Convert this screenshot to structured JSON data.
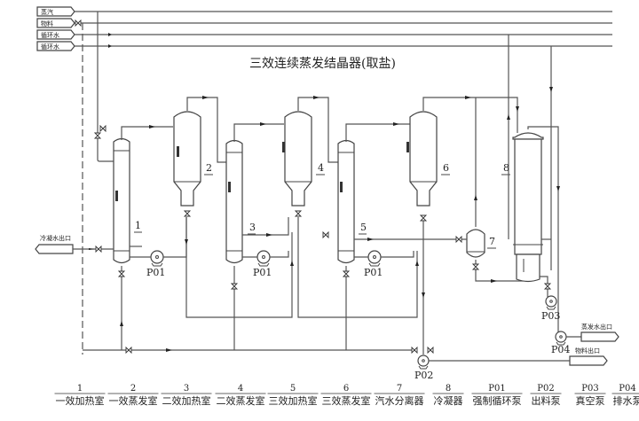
{
  "title": "三效连续蒸发结晶器(取盐)",
  "inlet_lines": [
    {
      "label": "蒸汽"
    },
    {
      "label": "物料"
    },
    {
      "label": "循环水"
    },
    {
      "label": "循环水"
    }
  ],
  "outlets": {
    "condensate": "冷凝水出口",
    "evaporated_water": "蒸发水出口",
    "product": "物料出口"
  },
  "equipment_numbers": [
    "1",
    "2",
    "3",
    "4",
    "5",
    "6",
    "7",
    "8"
  ],
  "pump_labels": {
    "p01_a": "P01",
    "p01_b": "P01",
    "p01_c": "P01",
    "p02": "P02",
    "p03": "P03",
    "p04": "P04"
  },
  "legend": [
    {
      "code": "1",
      "name": "一效加热室"
    },
    {
      "code": "2",
      "name": "一效蒸发室"
    },
    {
      "code": "3",
      "name": "二效加热室"
    },
    {
      "code": "4",
      "name": "二效蒸发室"
    },
    {
      "code": "5",
      "name": "三效加热室"
    },
    {
      "code": "6",
      "name": "三效蒸发室"
    },
    {
      "code": "7",
      "name": "汽水分离器"
    },
    {
      "code": "8",
      "name": "冷凝器"
    },
    {
      "code": "P01",
      "name": "强制循环泵"
    },
    {
      "code": "P02",
      "name": "出料泵"
    },
    {
      "code": "P03",
      "name": "真空泵"
    },
    {
      "code": "P04",
      "name": "排水泵"
    }
  ]
}
